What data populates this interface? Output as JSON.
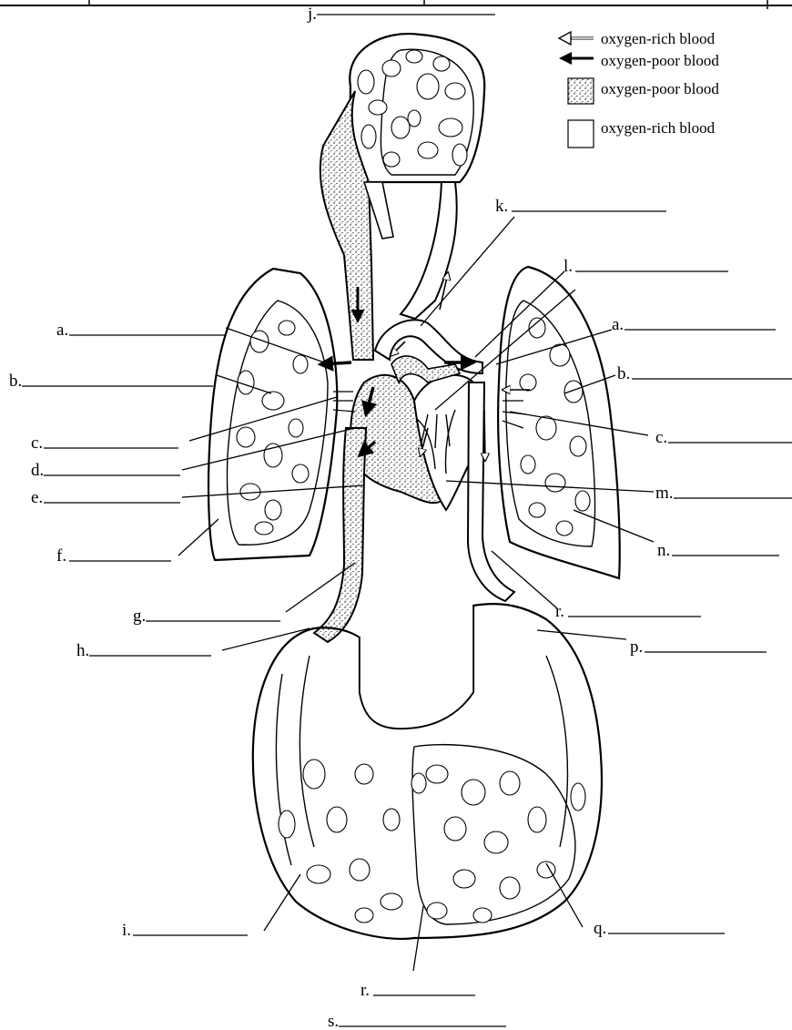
{
  "legend": {
    "items": [
      {
        "text": "oxygen-rich blood",
        "icon": "open-arrow-icon"
      },
      {
        "text": "oxygen-poor blood",
        "icon": "solid-arrow-icon"
      },
      {
        "text": "oxygen-poor blood",
        "icon": "stippled-box-icon"
      },
      {
        "text": "oxygen-rich blood",
        "icon": "open-box-icon"
      }
    ]
  },
  "labels": [
    {
      "id": "j",
      "text": "j."
    },
    {
      "id": "k",
      "text": "k."
    },
    {
      "id": "l",
      "text": "l."
    },
    {
      "id": "a-left",
      "text": "a."
    },
    {
      "id": "a-right",
      "text": "a."
    },
    {
      "id": "b-left",
      "text": "b."
    },
    {
      "id": "b-right",
      "text": "b."
    },
    {
      "id": "c-left",
      "text": "c."
    },
    {
      "id": "c-right",
      "text": "c."
    },
    {
      "id": "d",
      "text": "d."
    },
    {
      "id": "e",
      "text": "e."
    },
    {
      "id": "m",
      "text": "m."
    },
    {
      "id": "f",
      "text": "f."
    },
    {
      "id": "n",
      "text": "n."
    },
    {
      "id": "g",
      "text": "g."
    },
    {
      "id": "r-upper",
      "text": "r."
    },
    {
      "id": "h",
      "text": "h."
    },
    {
      "id": "p",
      "text": "p."
    },
    {
      "id": "i",
      "text": "i."
    },
    {
      "id": "q",
      "text": "q."
    },
    {
      "id": "r-lower",
      "text": "r."
    },
    {
      "id": "s",
      "text": "s."
    }
  ]
}
